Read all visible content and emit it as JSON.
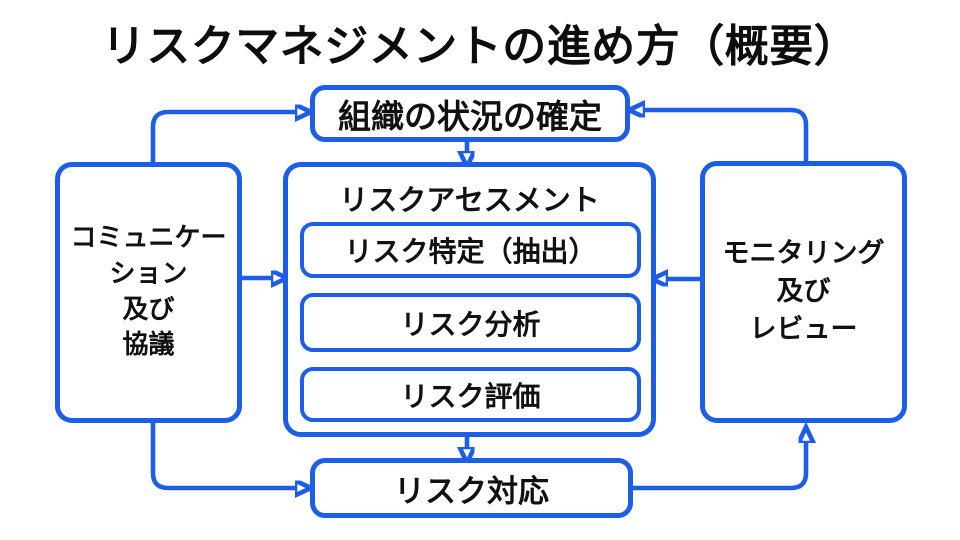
{
  "title": "リスクマネジメントの進め方（概要）",
  "colors": {
    "accent_blue": "#1c5ee8",
    "text": "#111111",
    "background": "#ffffff"
  },
  "boxes": {
    "context": {
      "label": "組織の状況の確定"
    },
    "assessment": {
      "label": "リスクアセスメント",
      "children": [
        {
          "label": "リスク特定（抽出）"
        },
        {
          "label": "リスク分析"
        },
        {
          "label": "リスク評価"
        }
      ]
    },
    "communication": {
      "lines": [
        "コミュニケー",
        "ション",
        "及び",
        "協議"
      ]
    },
    "monitoring": {
      "lines": [
        "モニタリング",
        "及び",
        "レビュー"
      ]
    },
    "treatment": {
      "label": "リスク対応"
    }
  },
  "arrows": [
    {
      "name": "communication-to-context"
    },
    {
      "name": "monitoring-to-context"
    },
    {
      "name": "context-to-assessment"
    },
    {
      "name": "communication-to-assessment"
    },
    {
      "name": "monitoring-to-assessment"
    },
    {
      "name": "assessment-to-treatment"
    },
    {
      "name": "communication-to-treatment"
    },
    {
      "name": "treatment-to-monitoring"
    }
  ]
}
